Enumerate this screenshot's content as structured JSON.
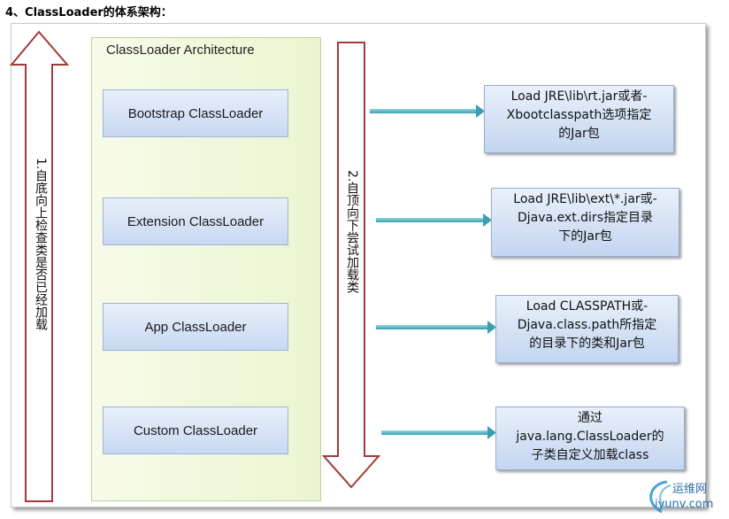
{
  "heading": "4、ClassLoader的体系架构：",
  "architecture": {
    "title": "ClassLoader Architecture",
    "loaders": [
      "Bootstrap ClassLoader",
      "Extension ClassLoader",
      "App ClassLoader",
      "Custom ClassLoader"
    ]
  },
  "arrows": {
    "left_up": "1.自底向上检查类是否已经加载",
    "right_down": "2.自顶向下尝试加载类"
  },
  "notes": [
    [
      "Load JRE\\lib\\rt.jar或者-",
      "Xbootclasspath选项指定",
      "的Jar包"
    ],
    [
      "Load JRE\\lib\\ext\\*.jar或-",
      "Djava.ext.dirs指定目录",
      "下的Jar包"
    ],
    [
      "Load CLASSPATH或-",
      "Djava.class.path所指定",
      "的目录下的类和Jar包"
    ],
    [
      "通过",
      "java.lang.ClassLoader的",
      "子类自定义加载class"
    ]
  ],
  "watermark": {
    "cn": "运维网",
    "en": "iyunv.com"
  },
  "colors": {
    "hollow_arrow": "#a33a36",
    "connector": "#4aafc0",
    "arch_bg": "#eaf5cf",
    "loader_bg": "#c8d8f2"
  }
}
